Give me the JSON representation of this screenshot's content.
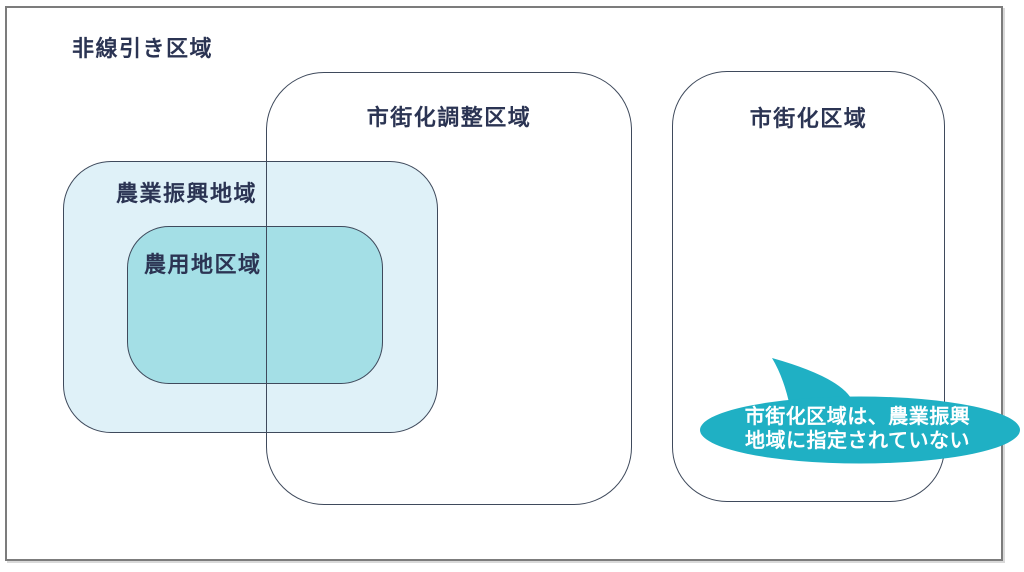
{
  "diagram": {
    "outer_label": "非線引き区域",
    "chosei_label": "市街化調整区域",
    "shigaika_label": "市街化区域",
    "shinko_label": "農業振興地域",
    "nochi_label": "農用地区域",
    "callout": {
      "line1": "市街化区域は、農業振興",
      "line2": "地域に指定されていない"
    }
  },
  "colors": {
    "shinko_fill": "#DFF1F8",
    "nochi_fill": "#A4DFE6",
    "callout_fill": "#1FB0C4",
    "box_border": "#3F4A5C",
    "outer_border": "#7C7C7C",
    "label_text": "#2B3453",
    "callout_text": "#FFFFFF"
  }
}
